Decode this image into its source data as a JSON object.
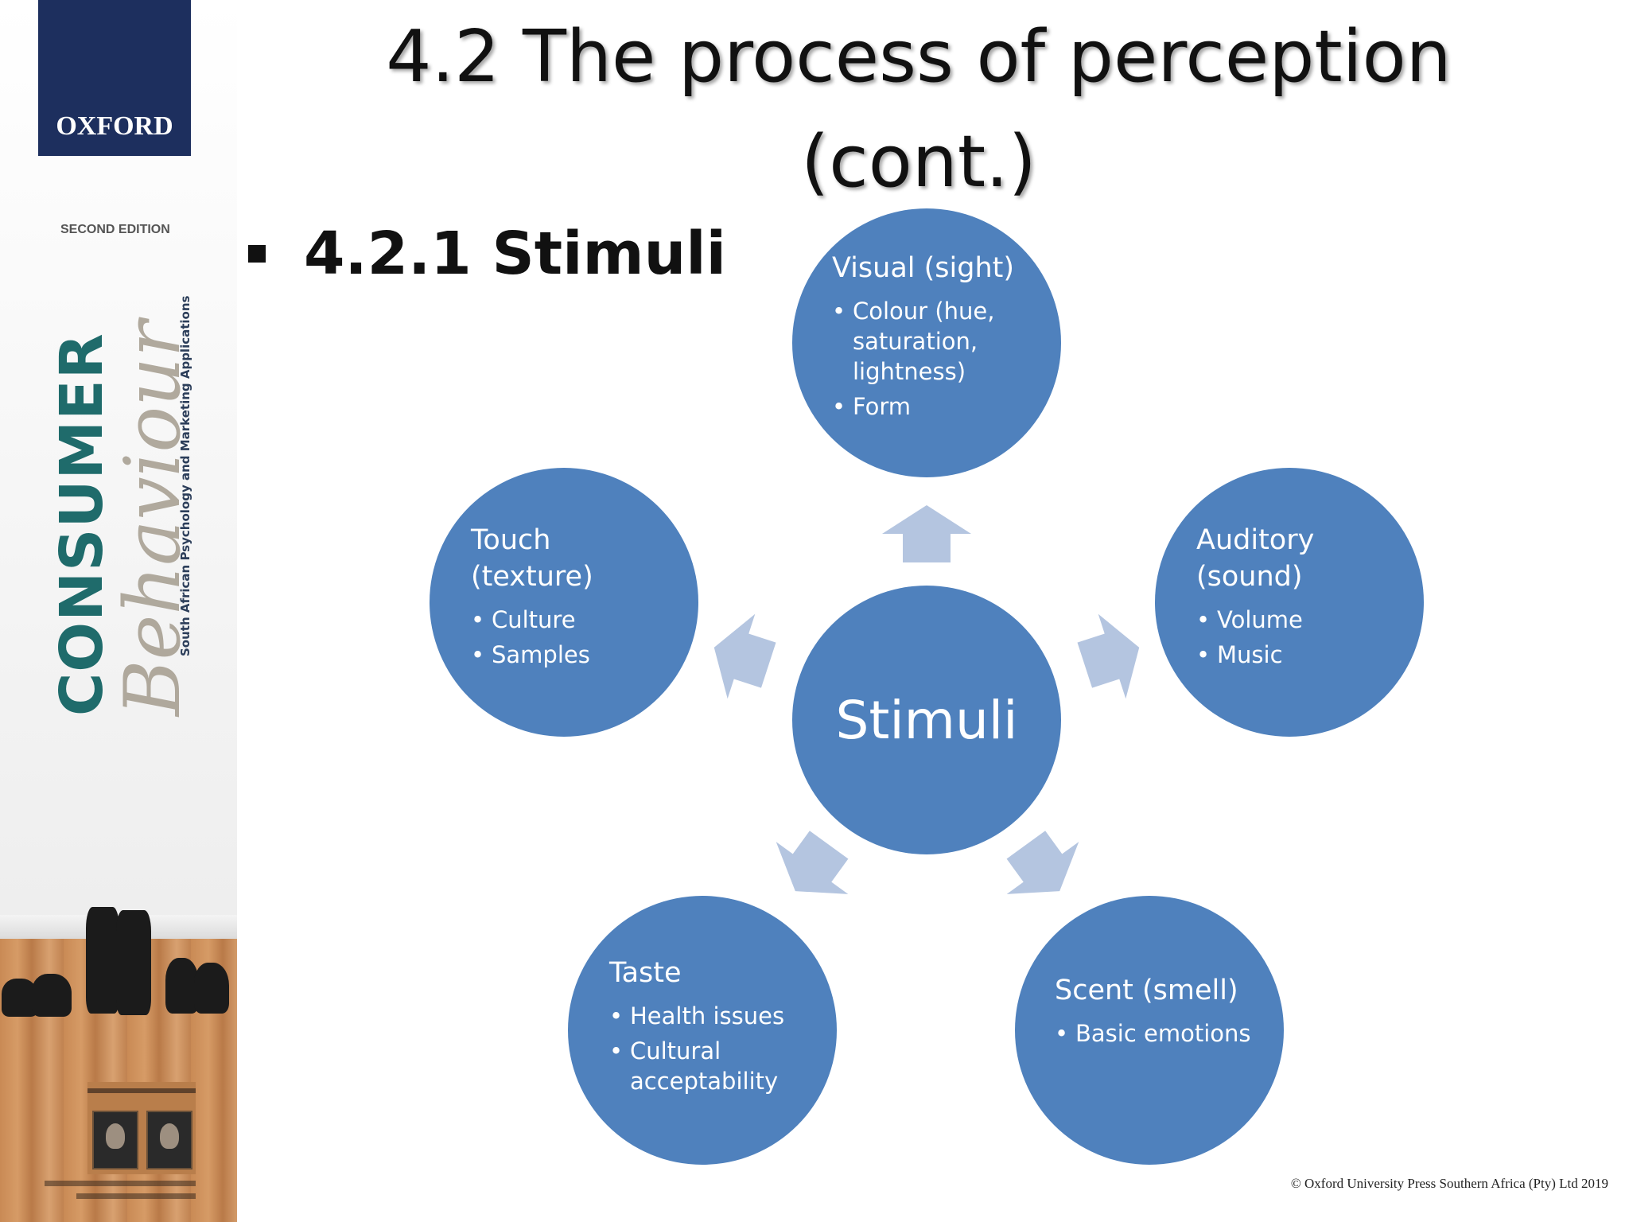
{
  "cover": {
    "publisher": "OXFORD",
    "edition": "SECOND EDITION",
    "title_main": "CONSUMER",
    "title_script": "Behaviour",
    "subtitle": "South African Psychology and Marketing Applications"
  },
  "slide": {
    "title": "4.2 The process of perception (cont.)",
    "heading": "4.2.1 Stimuli"
  },
  "diagram": {
    "center": "Stimuli",
    "nodes": [
      {
        "title": "Visual (sight)",
        "items": [
          "Colour (hue, saturation, lightness)",
          "Form"
        ]
      },
      {
        "title": "Auditory (sound)",
        "items": [
          "Volume",
          "Music"
        ]
      },
      {
        "title": "Scent (smell)",
        "items": [
          "Basic emotions"
        ]
      },
      {
        "title": "Taste",
        "items": [
          "Health issues",
          "Cultural acceptability"
        ]
      },
      {
        "title": "Touch (texture)",
        "items": [
          "Culture",
          "Samples"
        ]
      }
    ],
    "colors": {
      "node_fill": "#4f81bd",
      "arrow_fill": "#b4c5e0",
      "text": "#ffffff"
    }
  },
  "footer": {
    "copyright": "© Oxford University Press Southern Africa (Pty) Ltd 2019"
  }
}
